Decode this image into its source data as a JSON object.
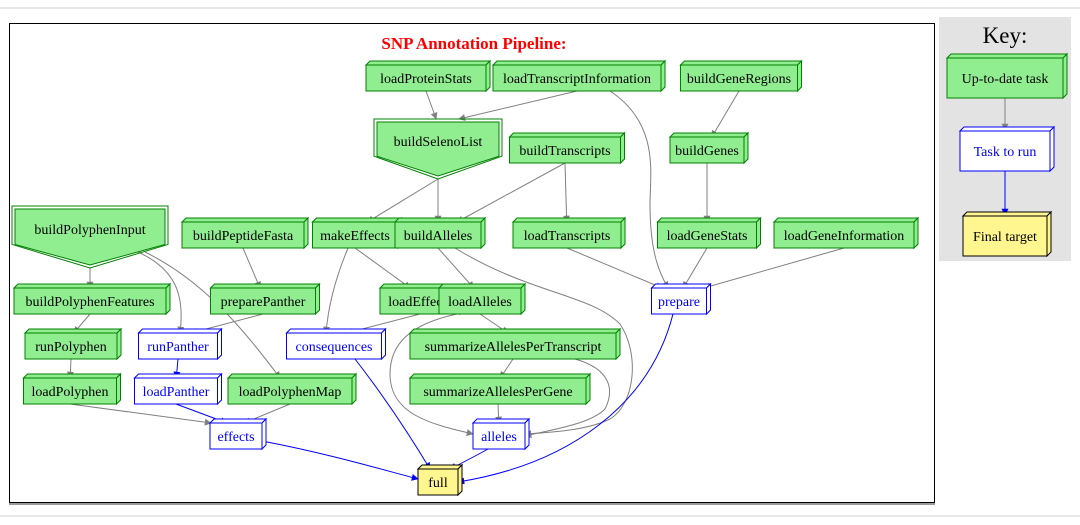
{
  "title": "SNP Annotation Pipeline:",
  "colors": {
    "title": "#ff0000",
    "uptodate_fill": "#90ee90",
    "uptodate_stroke": "#008000",
    "torun_fill": "#ffffff",
    "torun_stroke": "#0000ff",
    "final_fill": "#fff68f",
    "final_stroke": "#000000",
    "edge_uptodate": "#808080",
    "edge_torun": "#0000ff",
    "key_bg": "#e3e3e3"
  },
  "nodes": [
    {
      "id": "loadProteinStats",
      "label": "loadProteinStats",
      "status": "uptodate"
    },
    {
      "id": "loadTranscriptInformation",
      "label": "loadTranscriptInformation",
      "status": "uptodate"
    },
    {
      "id": "buildGeneRegions",
      "label": "buildGeneRegions",
      "status": "uptodate"
    },
    {
      "id": "buildSelenoList",
      "label": "buildSelenoList",
      "status": "uptodate",
      "shape": "pentagon"
    },
    {
      "id": "buildTranscripts",
      "label": "buildTranscripts",
      "status": "uptodate"
    },
    {
      "id": "buildGenes",
      "label": "buildGenes",
      "status": "uptodate"
    },
    {
      "id": "buildPolyphenInput",
      "label": "buildPolyphenInput",
      "status": "uptodate",
      "shape": "pentagon"
    },
    {
      "id": "buildPeptideFasta",
      "label": "buildPeptideFasta",
      "status": "uptodate"
    },
    {
      "id": "makeEffects",
      "label": "makeEffects",
      "status": "uptodate"
    },
    {
      "id": "buildAlleles",
      "label": "buildAlleles",
      "status": "uptodate"
    },
    {
      "id": "loadTranscripts",
      "label": "loadTranscripts",
      "status": "uptodate"
    },
    {
      "id": "loadGeneStats",
      "label": "loadGeneStats",
      "status": "uptodate"
    },
    {
      "id": "loadGeneInformation",
      "label": "loadGeneInformation",
      "status": "uptodate"
    },
    {
      "id": "buildPolyphenFeatures",
      "label": "buildPolyphenFeatures",
      "status": "uptodate"
    },
    {
      "id": "preparePanther",
      "label": "preparePanther",
      "status": "uptodate"
    },
    {
      "id": "loadEffects",
      "label": "loadEffects",
      "status": "uptodate"
    },
    {
      "id": "loadAlleles",
      "label": "loadAlleles",
      "status": "uptodate"
    },
    {
      "id": "prepare",
      "label": "prepare",
      "status": "torun"
    },
    {
      "id": "runPolyphen",
      "label": "runPolyphen",
      "status": "uptodate"
    },
    {
      "id": "runPanther",
      "label": "runPanther",
      "status": "torun"
    },
    {
      "id": "consequences",
      "label": "consequences",
      "status": "torun"
    },
    {
      "id": "summarizeAllelesPerTranscript",
      "label": "summarizeAllelesPerTranscript",
      "status": "uptodate"
    },
    {
      "id": "loadPolyphen",
      "label": "loadPolyphen",
      "status": "uptodate"
    },
    {
      "id": "loadPanther",
      "label": "loadPanther",
      "status": "torun"
    },
    {
      "id": "loadPolyphenMap",
      "label": "loadPolyphenMap",
      "status": "uptodate"
    },
    {
      "id": "summarizeAllelesPerGene",
      "label": "summarizeAllelesPerGene",
      "status": "uptodate"
    },
    {
      "id": "effects",
      "label": "effects",
      "status": "torun"
    },
    {
      "id": "alleles",
      "label": "alleles",
      "status": "torun"
    },
    {
      "id": "full",
      "label": "full",
      "status": "final"
    }
  ],
  "edges": [
    {
      "from": "loadProteinStats",
      "to": "buildSelenoList",
      "status": "uptodate"
    },
    {
      "from": "loadTranscriptInformation",
      "to": "buildSelenoList",
      "status": "uptodate"
    },
    {
      "from": "loadTranscriptInformation",
      "to": "prepare",
      "status": "uptodate"
    },
    {
      "from": "buildGeneRegions",
      "to": "buildGenes",
      "status": "uptodate"
    },
    {
      "from": "buildSelenoList",
      "to": "makeEffects",
      "status": "uptodate"
    },
    {
      "from": "buildSelenoList",
      "to": "buildAlleles",
      "status": "uptodate"
    },
    {
      "from": "buildTranscripts",
      "to": "buildAlleles",
      "status": "uptodate"
    },
    {
      "from": "buildTranscripts",
      "to": "loadTranscripts",
      "status": "uptodate"
    },
    {
      "from": "buildGenes",
      "to": "loadGeneStats",
      "status": "uptodate"
    },
    {
      "from": "buildPolyphenInput",
      "to": "buildPolyphenFeatures",
      "status": "uptodate"
    },
    {
      "from": "buildPolyphenInput",
      "to": "runPanther",
      "status": "uptodate"
    },
    {
      "from": "buildPolyphenInput",
      "to": "loadPolyphenMap",
      "status": "uptodate"
    },
    {
      "from": "buildPeptideFasta",
      "to": "preparePanther",
      "status": "uptodate"
    },
    {
      "from": "makeEffects",
      "to": "loadEffects",
      "status": "uptodate"
    },
    {
      "from": "makeEffects",
      "to": "consequences",
      "status": "uptodate"
    },
    {
      "from": "buildAlleles",
      "to": "loadAlleles",
      "status": "uptodate"
    },
    {
      "from": "buildAlleles",
      "to": "alleles",
      "status": "uptodate"
    },
    {
      "from": "loadTranscripts",
      "to": "prepare",
      "status": "uptodate"
    },
    {
      "from": "loadGeneStats",
      "to": "prepare",
      "status": "uptodate"
    },
    {
      "from": "loadGeneInformation",
      "to": "prepare",
      "status": "uptodate"
    },
    {
      "from": "buildPolyphenFeatures",
      "to": "runPolyphen",
      "status": "uptodate"
    },
    {
      "from": "preparePanther",
      "to": "runPanther",
      "status": "uptodate"
    },
    {
      "from": "loadEffects",
      "to": "consequences",
      "status": "uptodate"
    },
    {
      "from": "loadAlleles",
      "to": "summarizeAllelesPerTranscript",
      "status": "uptodate"
    },
    {
      "from": "loadAlleles",
      "to": "alleles",
      "status": "uptodate"
    },
    {
      "from": "runPolyphen",
      "to": "loadPolyphen",
      "status": "uptodate"
    },
    {
      "from": "runPanther",
      "to": "loadPanther",
      "status": "torun"
    },
    {
      "from": "summarizeAllelesPerTranscript",
      "to": "summarizeAllelesPerGene",
      "status": "uptodate"
    },
    {
      "from": "summarizeAllelesPerTranscript",
      "to": "alleles",
      "status": "uptodate"
    },
    {
      "from": "loadPolyphen",
      "to": "effects",
      "status": "uptodate"
    },
    {
      "from": "loadPanther",
      "to": "effects",
      "status": "torun"
    },
    {
      "from": "loadPolyphenMap",
      "to": "effects",
      "status": "uptodate"
    },
    {
      "from": "summarizeAllelesPerGene",
      "to": "alleles",
      "status": "uptodate"
    },
    {
      "from": "consequences",
      "to": "full",
      "status": "torun"
    },
    {
      "from": "effects",
      "to": "full",
      "status": "torun"
    },
    {
      "from": "alleles",
      "to": "full",
      "status": "torun"
    },
    {
      "from": "prepare",
      "to": "full",
      "status": "torun"
    }
  ],
  "key": {
    "title": "Key:",
    "items": [
      {
        "label": "Up-to-date task",
        "status": "uptodate"
      },
      {
        "label": "Task to run",
        "status": "torun"
      },
      {
        "label": "Final target",
        "status": "final"
      }
    ]
  }
}
